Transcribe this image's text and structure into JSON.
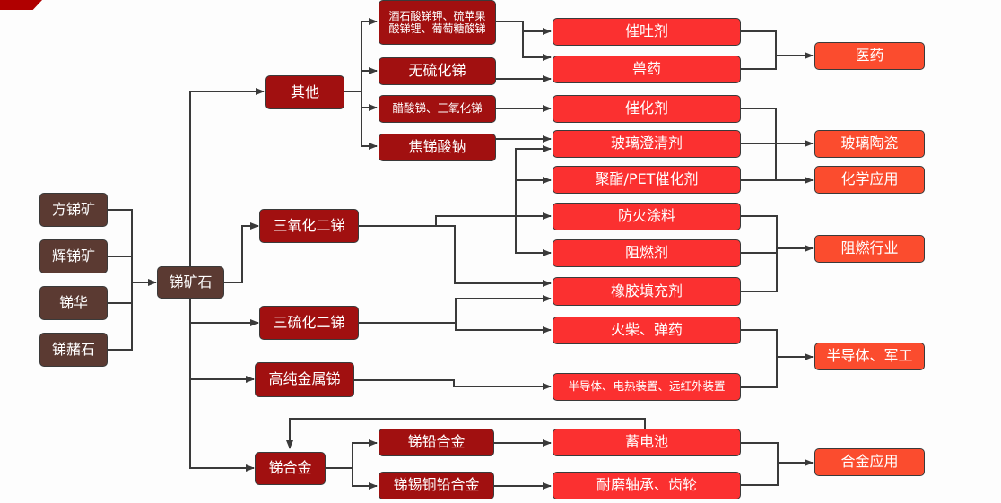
{
  "diagram": {
    "type": "flowchart",
    "colors": {
      "ore": "#5b3a32",
      "intermediate": "#a11010",
      "product": "#fb3030",
      "industry": "#fb4c2e",
      "connector": "#3a3a3a",
      "banner": "#b00000"
    },
    "ores": [
      "方锑矿",
      "辉锑矿",
      "锑华",
      "锑赭石"
    ],
    "hub": "锑矿石",
    "intermediates": {
      "other": "其他",
      "sb2o3": "三氧化二锑",
      "sb2s3": "三硫化二锑",
      "pure_sb": "高纯金属锑",
      "alloy": "锑合金"
    },
    "other_children": [
      "酒石酸锑钾、硫苹果酸锑锂、葡萄糖酸锑",
      "无硫化锑",
      "醋酸锑、三氧化锑",
      "焦锑酸钠"
    ],
    "alloy_children": [
      "锑铅合金",
      "锑锡铜铅合金"
    ],
    "products": [
      "催吐剂",
      "兽药",
      "催化剂",
      "玻璃澄清剂",
      "聚酯/PET催化剂",
      "防火涂料",
      "阻燃剂",
      "橡胶填充剂",
      "火柴、弹药",
      "半导体、电热装置、远红外装置",
      "蓄电池",
      "耐磨轴承、齿轮"
    ],
    "industries": [
      "医药",
      "玻璃陶瓷",
      "化学应用",
      "阻燃行业",
      "半导体、军工",
      "合金应用"
    ],
    "edges": [
      [
        "方锑矿",
        "锑矿石"
      ],
      [
        "辉锑矿",
        "锑矿石"
      ],
      [
        "锑华",
        "锑矿石"
      ],
      [
        "锑赭石",
        "锑矿石"
      ],
      [
        "锑矿石",
        "其他"
      ],
      [
        "锑矿石",
        "三氧化二锑"
      ],
      [
        "锑矿石",
        "三硫化二锑"
      ],
      [
        "锑矿石",
        "高纯金属锑"
      ],
      [
        "锑矿石",
        "锑合金"
      ],
      [
        "其他",
        "酒石酸锑钾、硫苹果酸锑锂、葡萄糖酸锑"
      ],
      [
        "其他",
        "无硫化锑"
      ],
      [
        "其他",
        "醋酸锑、三氧化锑"
      ],
      [
        "其他",
        "焦锑酸钠"
      ],
      [
        "酒石酸锑钾、硫苹果酸锑锂、葡萄糖酸锑",
        "催吐剂"
      ],
      [
        "酒石酸锑钾、硫苹果酸锑锂、葡萄糖酸锑",
        "兽药"
      ],
      [
        "无硫化锑",
        "兽药"
      ],
      [
        "醋酸锑、三氧化锑",
        "催化剂"
      ],
      [
        "焦锑酸钠",
        "玻璃澄清剂"
      ],
      [
        "三氧化二锑",
        "玻璃澄清剂"
      ],
      [
        "三氧化二锑",
        "聚酯/PET催化剂"
      ],
      [
        "三氧化二锑",
        "防火涂料"
      ],
      [
        "三氧化二锑",
        "阻燃剂"
      ],
      [
        "三氧化二锑",
        "橡胶填充剂"
      ],
      [
        "三硫化二锑",
        "橡胶填充剂"
      ],
      [
        "三硫化二锑",
        "火柴、弹药"
      ],
      [
        "高纯金属锑",
        "半导体、电热装置、远红外装置"
      ],
      [
        "锑合金",
        "锑铅合金"
      ],
      [
        "锑合金",
        "锑锡铜铅合金"
      ],
      [
        "锑铅合金",
        "蓄电池"
      ],
      [
        "锑锡铜铅合金",
        "耐磨轴承、齿轮"
      ],
      [
        "蓄电池",
        "锑合金"
      ],
      [
        "催吐剂",
        "医药"
      ],
      [
        "兽药",
        "医药"
      ],
      [
        "玻璃澄清剂",
        "玻璃陶瓷"
      ],
      [
        "催化剂",
        "化学应用"
      ],
      [
        "聚酯/PET催化剂",
        "化学应用"
      ],
      [
        "防火涂料",
        "阻燃行业"
      ],
      [
        "阻燃剂",
        "阻燃行业"
      ],
      [
        "橡胶填充剂",
        "阻燃行业"
      ],
      [
        "火柴、弹药",
        "半导体、军工"
      ],
      [
        "半导体、电热装置、远红外装置",
        "半导体、军工"
      ],
      [
        "蓄电池",
        "合金应用"
      ],
      [
        "耐磨轴承、齿轮",
        "合金应用"
      ]
    ]
  }
}
